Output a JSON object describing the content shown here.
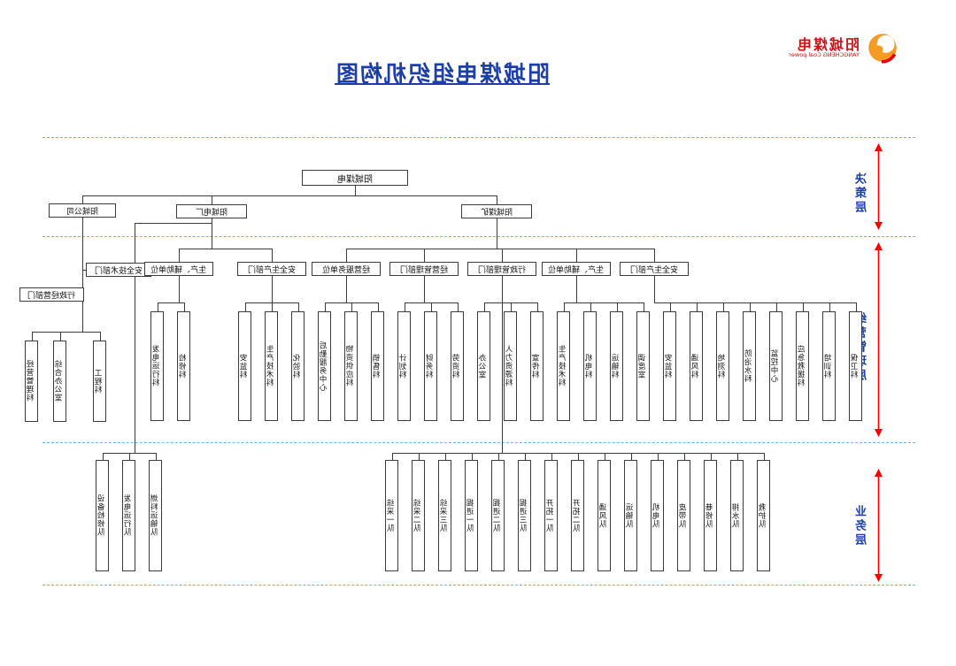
{
  "title": "阳城煤电组织机构图",
  "logo": {
    "brand": "阳城煤电",
    "tagline": "YANGCHENG Coal power"
  },
  "layers": {
    "l1": "决策层",
    "l2": "经营管理层",
    "l3": "业务层"
  },
  "colors": {
    "accent_blue": "#1c3ea8",
    "divider_blue": "#78b0e0",
    "arrow_red": "#ff0000",
    "brand_red": "#d01116",
    "brand_orange": "#f59a23"
  },
  "chart": {
    "root": "阳城煤电",
    "level2": [
      "阳城公司",
      "阳城电厂",
      "阳城煤矿"
    ],
    "companyDepts": [
      "安全技术部门",
      "行政经营部门"
    ],
    "companyLeaves": [
      "经营管理科",
      "综合办公室",
      "工程科"
    ],
    "headers": [
      "生产、辅助单位",
      "安全生产部门",
      "经营服务单位",
      "经营管理部门",
      "行政管理部门",
      "生产、辅助单位",
      "安全生产部门"
    ],
    "g1": [
      "发电运行科",
      "检修科"
    ],
    "g2": [
      "安监科",
      "生产技术科",
      "化验科"
    ],
    "g3": [
      "后勤服务中心",
      "物资供应科",
      "销售科"
    ],
    "g4": [
      "计划科",
      "财务科",
      "劳资科"
    ],
    "g5": [
      "办公室",
      "人力资源科",
      "宣传科"
    ],
    "g6": [
      "生产技术科",
      "机电科",
      "运输科",
      "调度室"
    ],
    "g7": [
      "安监科",
      "通风科",
      "地测科",
      "防治水科",
      "监控中心",
      "应急救援科",
      "培训科",
      "保卫科"
    ],
    "plantTeams": [
      "设备检修队",
      "发电运行队",
      "燃料运输队"
    ],
    "mineTeams": [
      "综采一队",
      "综采二队",
      "综采三队",
      "掘进一队",
      "掘进二队",
      "掘进三队",
      "开拓一队",
      "开拓二队",
      "通风队",
      "运输队",
      "机电队",
      "皮带队",
      "巷修队",
      "排水队",
      "救护队"
    ]
  }
}
